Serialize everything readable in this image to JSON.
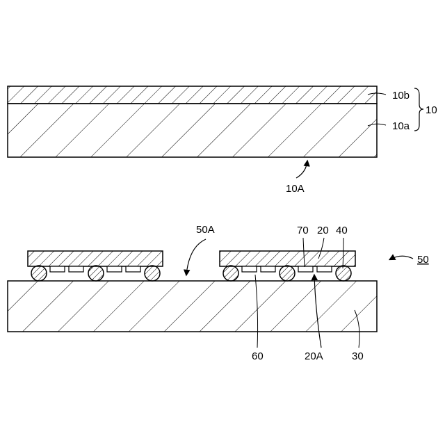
{
  "labels": {
    "layer_10b": "10b",
    "layer_10a": "10a",
    "substrate_10": "10",
    "surface_10A": "10A",
    "gap_50A": "50A",
    "part_70": "70",
    "chip_20": "20",
    "bump_40": "40",
    "assembly_50": "50",
    "pad_60": "60",
    "surface_20A": "20A",
    "base_30": "30"
  },
  "colors": {
    "line": "#000000",
    "background": "#ffffff"
  }
}
